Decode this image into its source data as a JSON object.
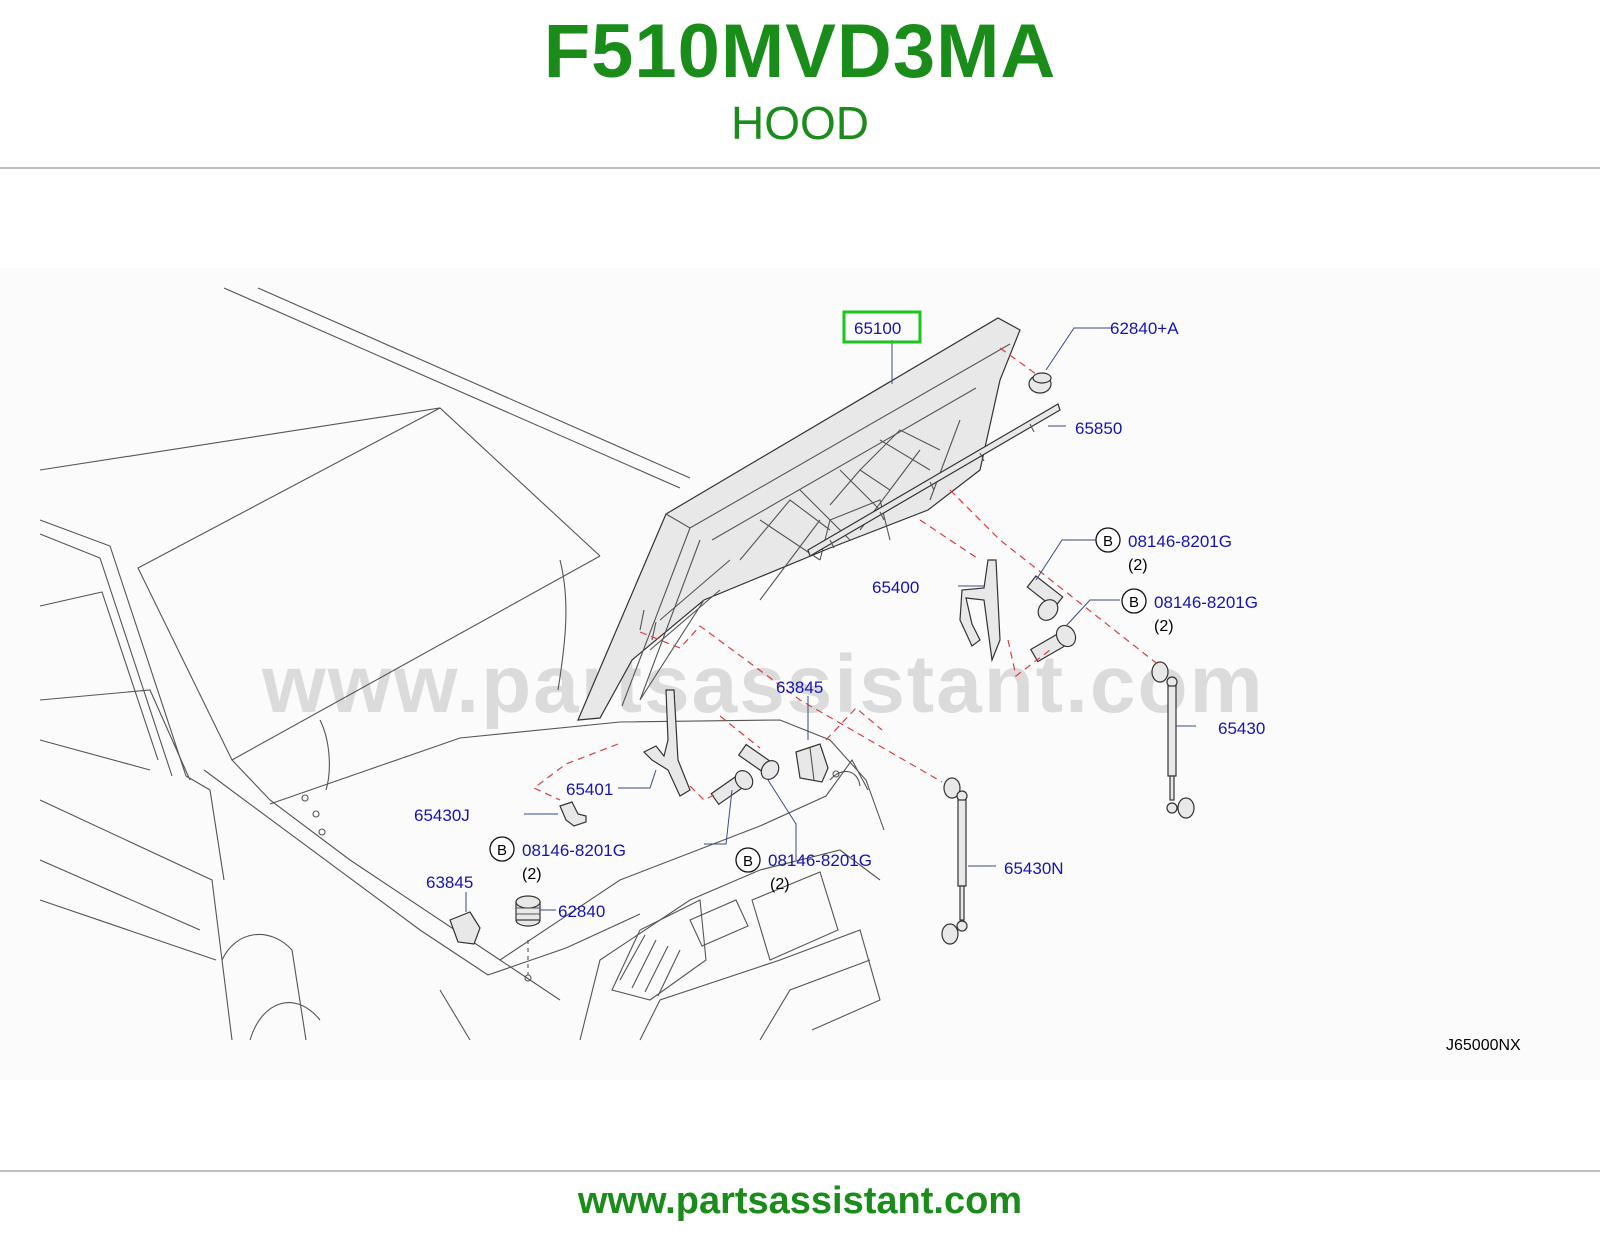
{
  "header": {
    "title": "F510MVD3MA",
    "subtitle": "HOOD"
  },
  "footer": {
    "url": "www.partsassistant.com"
  },
  "watermark": "www.partsassistant.com",
  "diagram_code": "J65000NX",
  "colors": {
    "brand_green": "#1a8c1a",
    "label_blue": "#1414b4",
    "highlight": "#19c619",
    "dashed_link": "#e23c3c"
  },
  "labels": {
    "hood": "65100",
    "stop_rubber_a": "62840+A",
    "seal": "65850",
    "bolt_upper_1": "08146-8201G",
    "bolt_upper_1_qty": "(2)",
    "bolt_upper_2": "08146-8201G",
    "bolt_upper_2_qty": "(2)",
    "hinge_rh": "65400",
    "stay_rh": "65430",
    "bumper_upper": "63845",
    "hinge_lh": "65401",
    "clip": "65430J",
    "bolt_lower_1": "08146-8201G",
    "bolt_lower_1_qty": "(2)",
    "bolt_lower_2": "08146-8201G",
    "bolt_lower_2_qty": "(2)",
    "stay_lh": "65430N",
    "bumper_lower": "63845",
    "stop_rubber": "62840",
    "bolt_marker": "B"
  }
}
